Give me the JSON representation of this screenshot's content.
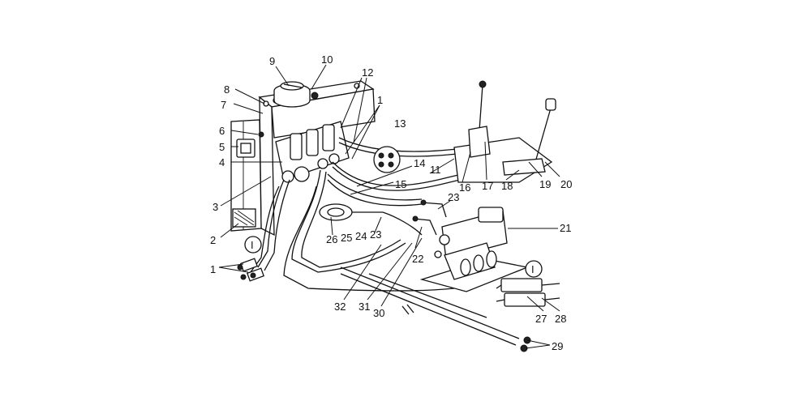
{
  "figure": {
    "callouts": [
      {
        "id": "9",
        "text": "9"
      },
      {
        "id": "10",
        "text": "10"
      },
      {
        "id": "8",
        "text": "8"
      },
      {
        "id": "12",
        "text": "12"
      },
      {
        "id": "7",
        "text": "7"
      },
      {
        "id": "1a",
        "text": "1"
      },
      {
        "id": "13",
        "text": "13"
      },
      {
        "id": "6",
        "text": "6"
      },
      {
        "id": "5",
        "text": "5"
      },
      {
        "id": "4",
        "text": "4"
      },
      {
        "id": "14",
        "text": "14"
      },
      {
        "id": "11",
        "text": "11"
      },
      {
        "id": "15",
        "text": "15"
      },
      {
        "id": "16",
        "text": "16"
      },
      {
        "id": "17",
        "text": "17"
      },
      {
        "id": "18",
        "text": "18"
      },
      {
        "id": "19",
        "text": "19"
      },
      {
        "id": "20",
        "text": "20"
      },
      {
        "id": "3",
        "text": "3"
      },
      {
        "id": "23a",
        "text": "23"
      },
      {
        "id": "2",
        "text": "2"
      },
      {
        "id": "21",
        "text": "21"
      },
      {
        "id": "26",
        "text": "26"
      },
      {
        "id": "25",
        "text": "25"
      },
      {
        "id": "24",
        "text": "24"
      },
      {
        "id": "23b",
        "text": "23"
      },
      {
        "id": "I1",
        "text": "I"
      },
      {
        "id": "1b",
        "text": "1"
      },
      {
        "id": "22",
        "text": "22"
      },
      {
        "id": "I2",
        "text": "I"
      },
      {
        "id": "32",
        "text": "32"
      },
      {
        "id": "31",
        "text": "31"
      },
      {
        "id": "30",
        "text": "30"
      },
      {
        "id": "27",
        "text": "27"
      },
      {
        "id": "28",
        "text": "28"
      },
      {
        "id": "29",
        "text": "29"
      }
    ]
  }
}
